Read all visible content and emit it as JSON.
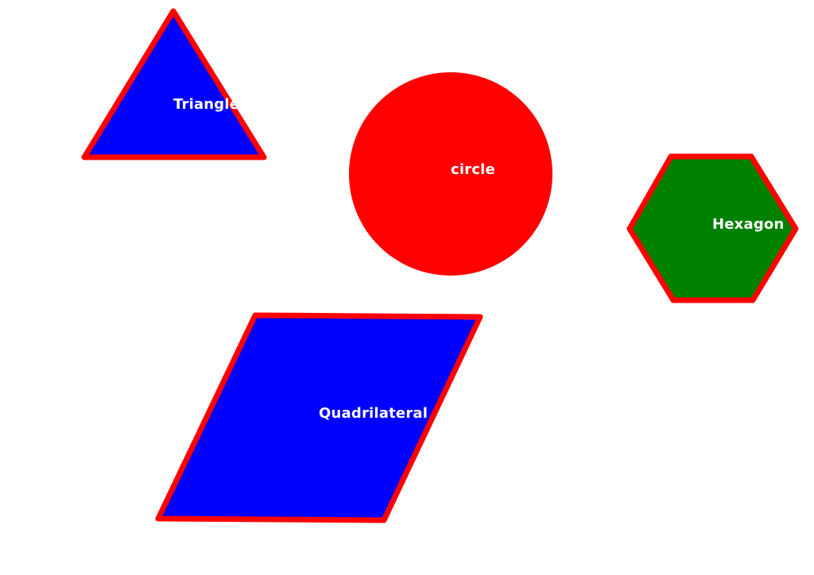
{
  "colors": {
    "background": "#ffffff",
    "outline": "#ff0000",
    "blue_fill": "#0000ff",
    "red_fill": "#ff0000",
    "green_fill": "#008000",
    "label": "#ffffff"
  },
  "shapes": {
    "triangle": {
      "label": "Triangle",
      "fill": "#0000ff"
    },
    "circle": {
      "label": "circle",
      "fill": "#ff0000"
    },
    "hexagon": {
      "label": "Hexagon",
      "fill": "#008000"
    },
    "quadrilateral": {
      "label": "Quadrilateral",
      "fill": "#0000ff"
    }
  }
}
